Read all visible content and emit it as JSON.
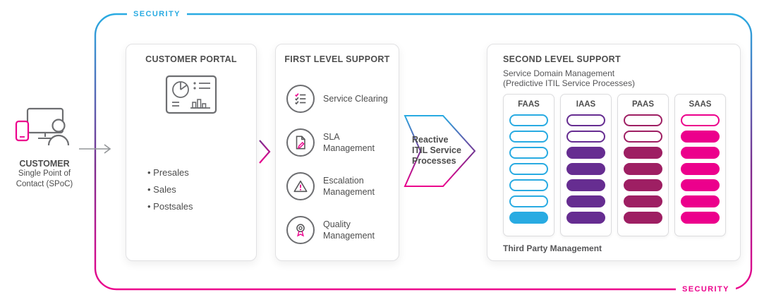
{
  "colors": {
    "blue": "#29ABE2",
    "purple": "#662D91",
    "berry": "#9E1F63",
    "pink": "#EC008C",
    "text_dark": "#4D4D4D",
    "icon_gray": "#6D6E71"
  },
  "security_frame": {
    "top_label": "SECURITY",
    "bottom_label": "SECURITY"
  },
  "customer": {
    "title": "CUSTOMER",
    "subtitle_line1": "Single Point of",
    "subtitle_line2": "Contact (SPoC)"
  },
  "customer_portal": {
    "title": "CUSTOMER PORTAL",
    "items": [
      "Presales",
      "Sales",
      "Postsales"
    ]
  },
  "first_level": {
    "title": "FIRST LEVEL SUPPORT",
    "items": [
      {
        "label": "Service Clearing",
        "icon": "service-clearing-checklist-icon"
      },
      {
        "label": "SLA Management",
        "icon": "sla-document-icon"
      },
      {
        "label": "Escalation Management",
        "icon": "escalation-warning-icon"
      },
      {
        "label": "Quality Management",
        "icon": "quality-award-icon"
      }
    ]
  },
  "reactive_arrow": {
    "line1": "Reactive",
    "line2": "ITIL Service",
    "line3": "Processes"
  },
  "second_level": {
    "title": "SECOND LEVEL SUPPORT",
    "subtitle_line1": "Service Domain Management",
    "subtitle_line2": "(Predictive ITIL Service Processes)",
    "footer": "Third Party Management",
    "columns": [
      {
        "label": "FAAS",
        "color": "#29ABE2",
        "pills": [
          "outline",
          "outline",
          "outline",
          "outline",
          "outline",
          "outline",
          "filled"
        ]
      },
      {
        "label": "IAAS",
        "color": "#662D91",
        "pills": [
          "outline",
          "outline",
          "filled",
          "filled",
          "filled",
          "filled",
          "filled"
        ]
      },
      {
        "label": "PAAS",
        "color": "#9E1F63",
        "pills": [
          "outline",
          "outline",
          "filled",
          "filled",
          "filled",
          "filled",
          "filled"
        ]
      },
      {
        "label": "SAAS",
        "color": "#EC008C",
        "pills": [
          "outline",
          "filled",
          "filled",
          "filled",
          "filled",
          "filled",
          "filled"
        ]
      }
    ]
  }
}
